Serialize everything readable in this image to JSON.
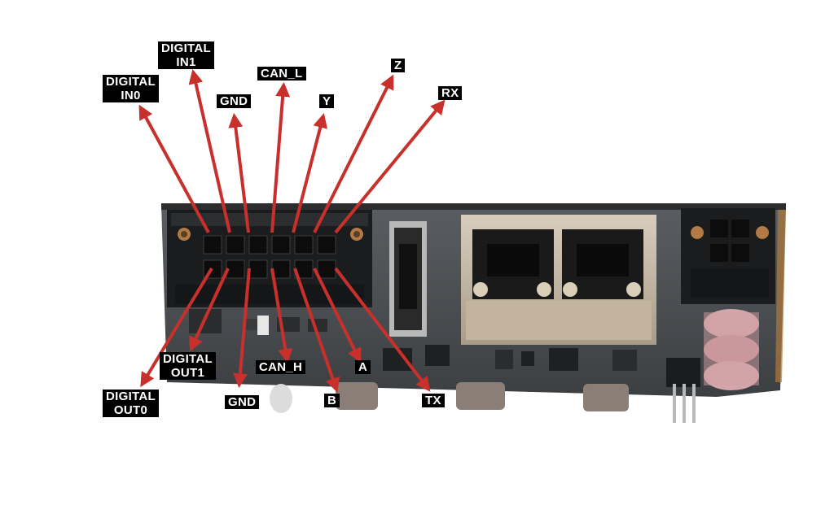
{
  "colors": {
    "arrow": "#c8302c",
    "label_bg": "#000000",
    "label_text": "#ffffff",
    "board": "#4f5357",
    "connector": "#1b1c1e",
    "rj45_shell": "#c9bba8"
  },
  "labels": {
    "digital_in0": [
      "DIGITAL",
      "IN0"
    ],
    "digital_in1": [
      "DIGITAL",
      "IN1"
    ],
    "gnd_top": [
      "GND"
    ],
    "can_l": [
      "CAN_L"
    ],
    "y": [
      "Y"
    ],
    "z": [
      "Z"
    ],
    "rx": [
      "RX"
    ],
    "digital_out0": [
      "DIGITAL",
      "OUT0"
    ],
    "digital_out1": [
      "DIGITAL",
      "OUT1"
    ],
    "gnd_bottom": [
      "GND"
    ],
    "can_h": [
      "CAN_H"
    ],
    "b": [
      "B"
    ],
    "a": [
      "A"
    ],
    "tx": [
      "TX"
    ]
  }
}
